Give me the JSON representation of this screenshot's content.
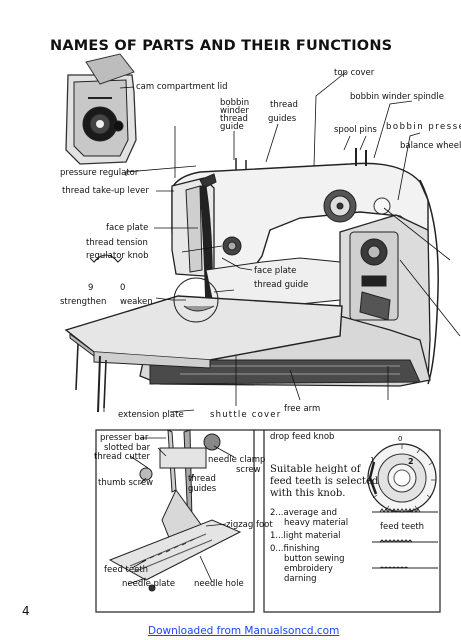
{
  "title": "NAMES OF PARTS AND THEIR FUNCTIONS",
  "labels": {
    "cam_compartment_lid": "cam compartment lid",
    "top_cover": "top cover",
    "bobbin_winder_thread_guide": [
      "bobbin",
      "winder",
      "thread",
      "guide"
    ],
    "thread_guides": [
      "thread",
      "guides"
    ],
    "bobbin_winder_spindle": "bobbin winder spindle",
    "bobbin_presser": "bobbin presse",
    "spool_pins": "spool pins",
    "balance_wheel": "balance wheel",
    "pressure_regulator": "pressure regulator",
    "thread_take_up_lever": "thread take-up lever",
    "face_plate": "face plate",
    "thread_tension_regulator_knob": [
      "thread tension",
      "regulator knob"
    ],
    "tension_nine": "9",
    "tension_zero": "0",
    "strengthen": "strengthen",
    "weaken": "weaken",
    "face_plate_thread_guide": [
      "face plate",
      "thread guide"
    ],
    "extension_plate": "extension plate",
    "shuttle_cover": "shuttle cover",
    "free_arm": "free arm"
  },
  "detail_left": {
    "presser_bar": "presser bar",
    "slotted_bar": "slotted bar",
    "thread_cutter": "thread cutter",
    "needle_clamp_screw": [
      "needle clamp",
      "screw"
    ],
    "thumb_screw": "thumb screw",
    "thread_guides": [
      "thread",
      "guides"
    ],
    "zigzag_foot": "zigzag foot",
    "feed_teeth": "feed teeth",
    "needle_plate": "needle plate",
    "needle_hole": "needle hole"
  },
  "detail_right": {
    "drop_feed_knob": "drop feed knob",
    "suitable_text": [
      "Suitable   height   of",
      "feed teeth is selected",
      "with this knob."
    ],
    "knob_marks": [
      "0",
      "1",
      "2"
    ],
    "setting_2": [
      "2...average and",
      "heavy material"
    ],
    "setting_1": "1...light material",
    "setting_0": [
      "0...finishing",
      "button sewing",
      "embroidery",
      "darning"
    ],
    "feed_teeth": "feed teeth"
  },
  "page_number": "4",
  "footer": "Downloaded from Manualsoncd.com"
}
